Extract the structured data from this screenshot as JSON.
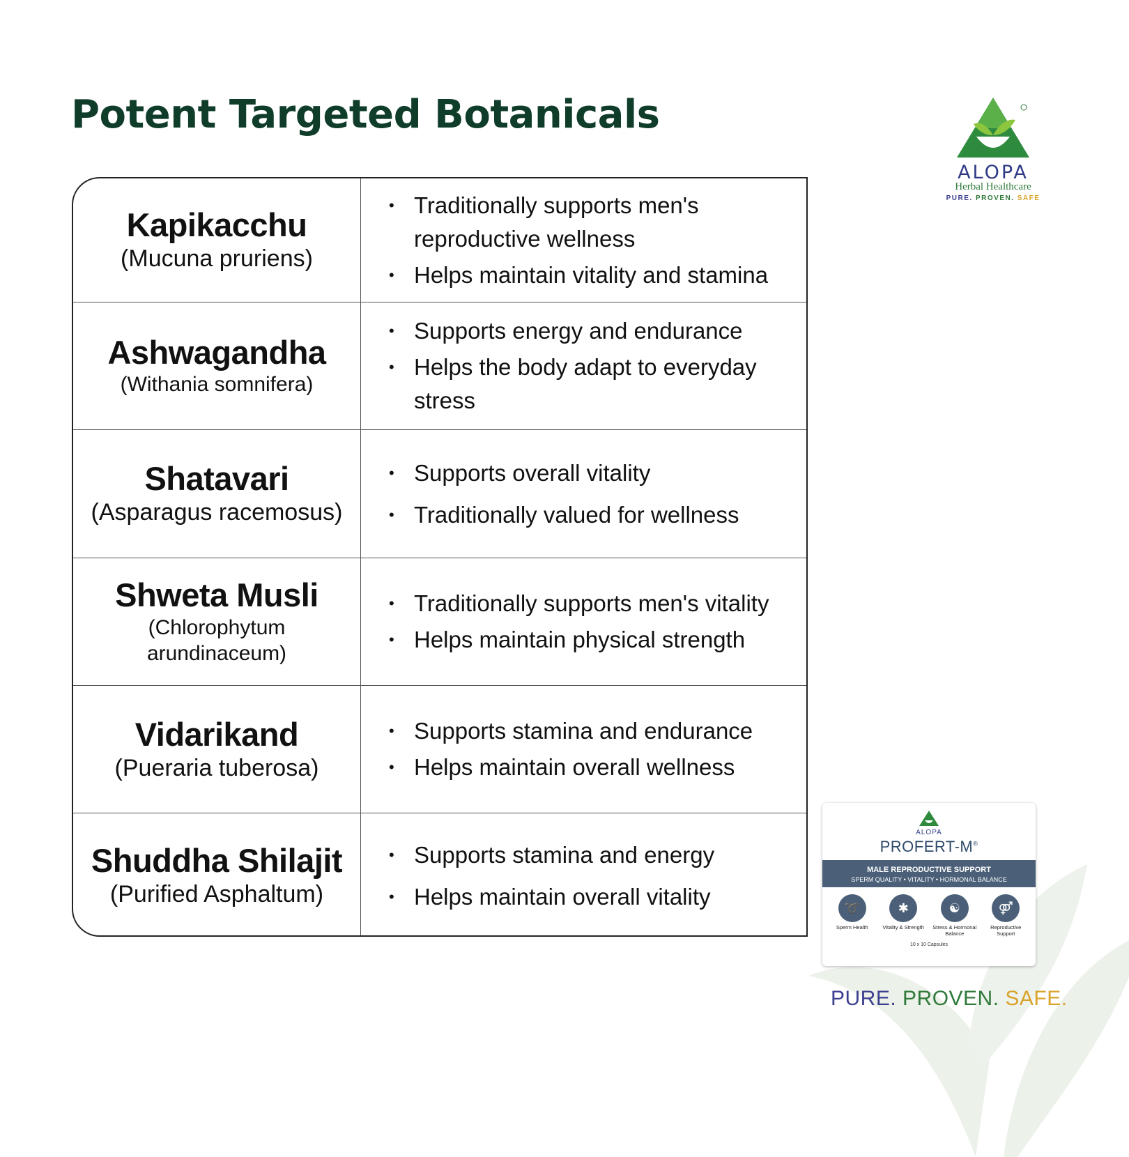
{
  "title": "Potent Targeted Botanicals",
  "logo": {
    "brand": "ALOPA",
    "subtitle": "Herbal Healthcare",
    "tag_pure": "PURE.",
    "tag_proven": "PROVEN.",
    "tag_safe": "SAFE",
    "registered": "®"
  },
  "rows": [
    {
      "name": "Kapikacchu",
      "latin": "(Mucuna pruriens)",
      "bullets": [
        "Traditionally supports men's reproductive wellness",
        "Helps maintain vitality and stamina"
      ]
    },
    {
      "name": "Ashwagandha",
      "latin": "(Withania somnifera)",
      "bullets": [
        "Supports energy and endurance",
        "Helps the body adapt to everyday stress"
      ]
    },
    {
      "name": "Shatavari",
      "latin": "(Asparagus racemosus)",
      "bullets": [
        "Supports overall vitality",
        "Traditionally valued for wellness"
      ]
    },
    {
      "name": "Shweta Musli",
      "latin": "(Chlorophytum arundinaceum)",
      "bullets": [
        "Traditionally supports men's vitality",
        "Helps maintain physical strength"
      ]
    },
    {
      "name": "Vidarikand",
      "latin": "(Pueraria tuberosa)",
      "bullets": [
        "Supports stamina and endurance",
        "Helps maintain overall wellness"
      ]
    },
    {
      "name": "Shuddha Shilajit",
      "latin": "(Purified Asphaltum)",
      "bullets": [
        "Supports stamina and energy",
        "Helps maintain overall vitality"
      ]
    }
  ],
  "product": {
    "brand": "ALOPA",
    "name": "PROFERT-M",
    "registered": "®",
    "band_title": "MALE REPRODUCTIVE SUPPORT",
    "band_subtitle": "SPERM QUALITY • VITALITY • HORMONAL BALANCE",
    "icons": [
      {
        "label": "Sperm Health",
        "icon": "sperm-icon"
      },
      {
        "label": "Vitality & Strength",
        "icon": "vitality-icon"
      },
      {
        "label": "Stress & Hormonal Balance",
        "icon": "meditation-icon"
      },
      {
        "label": "Reproductive Support",
        "icon": "couple-icon"
      }
    ],
    "capsules": "10 x 10 Capsules"
  },
  "slogan": {
    "pure": "PURE.",
    "proven": "PROVEN.",
    "safe": "SAFE."
  },
  "colors": {
    "title": "#0f3d2a",
    "brand_blue": "#2f3a86",
    "brand_green": "#2f7a3a",
    "brand_gold": "#d9a32b",
    "pack_band": "#4b6078"
  }
}
